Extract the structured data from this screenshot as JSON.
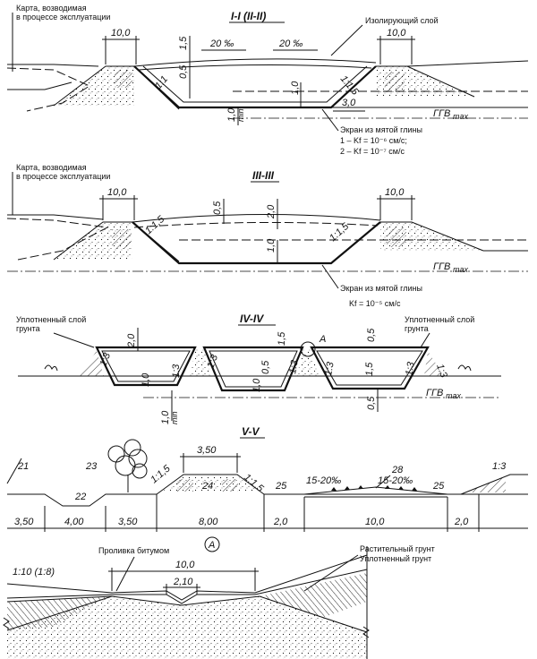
{
  "section1": {
    "title": "I-I (II-II)",
    "card_label_1": "Карта, возводимая",
    "card_label_2": "в процессе эксплуатации",
    "insulating_layer": "Изолирующий слой",
    "dim_top_left": "10,0",
    "dim_top_right": "10,0",
    "slope_left_pct": "20 ‰",
    "slope_right_pct": "20 ‰",
    "dim_15": "1,5",
    "dim_05": "0,5",
    "slope_11": "1:1",
    "slope_115": "1:1,5",
    "dim_10": "1,0",
    "dim_30": "3,0",
    "dim_10min": "1,0",
    "min": "min",
    "ggv": "ГГВ",
    "ggv_sub": "max",
    "screen_label": "Экран из мятой глины",
    "screen_item1": "1 – Kf = 10⁻⁶ см/с;",
    "screen_item2": "2 – Kf = 10⁻⁷ см/с"
  },
  "section3": {
    "title": "III-III",
    "card_label_1": "Карта, возводимая",
    "card_label_2": "в процессе эксплуатации",
    "dim_top_left": "10,0",
    "dim_top_right": "10,0",
    "dim_05": "0,5",
    "dim_20": "2,0",
    "slope_115_left": "1:1,5",
    "slope_115_right": "1:1,5",
    "dim_10": "1,0",
    "ggv": "ГГВ",
    "ggv_sub": "max",
    "screen_label": "Экран из мятой глины",
    "screen_kf": "Kf = 10⁻⁵ см/с"
  },
  "section4": {
    "title": "IV-IV",
    "compact_left_1": "Уплотненный слой",
    "compact_left_2": "грунта",
    "compact_right_1": "Уплотненный слой",
    "compact_right_2": "грунта",
    "dim_20": "2,0",
    "dim_15a": "1,5",
    "dim_05a": "0,5",
    "callout_a": "A",
    "slope_13": "1:3",
    "dim_10": "1,0",
    "dim_10b": "1,0",
    "dim_05b": "0,5",
    "dim_15b": "1,5",
    "dim_05c": "0,5",
    "dim_10min": "1,0",
    "min": "min",
    "ggv": "ГГВ",
    "ggv_sub": "max",
    "dim_05d": "0,5"
  },
  "section5": {
    "title": "V-V",
    "n21": "21",
    "n22": "22",
    "n23": "23",
    "n24": "24",
    "n25a": "25",
    "n25b": "25",
    "n28": "28",
    "dim_350": "3,50",
    "slope_115_l": "1:1,5",
    "slope_15_r": "1:1,5",
    "slope_13": "1:3",
    "slope_pct_l": "15-20‰",
    "slope_pct_r": "15-20‰",
    "bottom_dims": [
      "3,50",
      "4,00",
      "3,50",
      "8,00",
      "2,0",
      "10,0",
      "2,0"
    ]
  },
  "detailA": {
    "callout": "A",
    "bitumen": "Проливка битумом",
    "veg_soil": "Растительный грунт",
    "compact_soil": "Уплотненный грунт",
    "slope": "1:10 (1:8)",
    "dim_100": "10,0",
    "dim_210": "2,10"
  }
}
